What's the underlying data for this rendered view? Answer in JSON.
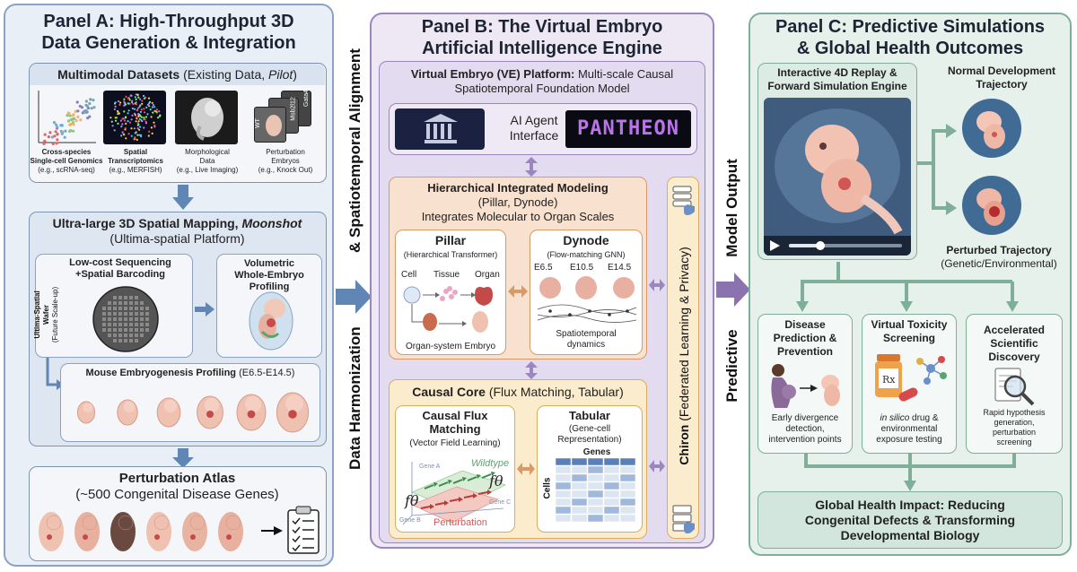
{
  "panel_a": {
    "title_line1": "Panel A: High-Throughput 3D",
    "title_line2": "Data Generation & Integration",
    "multimodal": {
      "title_bold": "Multimodal Datasets",
      "title_rest": " (Existing Data, ",
      "title_italic": "Pilot",
      "title_end": ")",
      "items": [
        {
          "l1": "Cross-species",
          "l2": "Single-cell Genomics",
          "l3": "(e.g., scRNA-seq)"
        },
        {
          "l1": "Spatial",
          "l2": "Transcriptomics",
          "l3": "(e.g., MERFISH)"
        },
        {
          "l1": "Morphological",
          "l2": "Data",
          "l3": "(e.g., Live Imaging)"
        },
        {
          "l1": "Perturbation",
          "l2": "Embryos",
          "l3": "(e.g., Knock Out)"
        }
      ],
      "card_labels": [
        "WT",
        "Msb2l12",
        "Gata4"
      ]
    },
    "mapping": {
      "title_bold": "Ultra-large 3D Spatial Mapping, ",
      "title_italic": "Moonshot",
      "subtitle": "(Ultima-spatial Platform)",
      "lowcost_l1": "Low-cost Sequencing",
      "lowcost_l2": "+Spatial Barcoding",
      "wafer_l1": "Ultima-Spatial",
      "wafer_l2": "Wafer",
      "wafer_l3": "(Future Scale-up)",
      "volumetric_l1": "Volumetric",
      "volumetric_l2": "Whole-Embryo Profiling",
      "mouse_title": "Mouse Embryogenesis Profiling",
      "mouse_range": " (E6.5-E14.5)"
    },
    "atlas": {
      "title": "Perturbation Atlas",
      "subtitle": "(~500 Congenital Disease Genes)"
    }
  },
  "connector_ab": {
    "top": "& Spatiotemporal Alignment",
    "bottom": "Data Harmonization"
  },
  "panel_b": {
    "title_line1": "Panel B: The Virtual Embryo",
    "title_line2": "Artificial Intelligence Engine",
    "ve": {
      "title_bold": "Virtual Embryo (VE) Platform:",
      "title_rest": " Multi-scale Causal",
      "title_line2": "Spatiotemporal Foundation Model",
      "agent_l1": "AI Agent",
      "agent_l2": "Interface",
      "pantheon": "PANTHEON"
    },
    "him": {
      "title": "Hierarchical Integrated Modeling",
      "subtitle": "(Pillar, Dynode)",
      "subtitle2": "Integrates Molecular to Organ Scales",
      "pillar_title": "Pillar",
      "pillar_sub": "(Hierarchical Transformer)",
      "pillar_cell": "Cell",
      "pillar_tissue": "Tissue",
      "pillar_organ": "Organ",
      "pillar_bottom": "Organ-system Embryo",
      "dynode_title": "Dynode",
      "dynode_sub": "(Flow-matching GNN)",
      "stages": [
        "E6.5",
        "E10.5",
        "E14.5"
      ],
      "dynode_bottom_l1": "Spatiotemporal",
      "dynode_bottom_l2": "dynamics"
    },
    "causal": {
      "title_bold": "Causal Core",
      "title_rest": " (Flux Matching, Tabular)",
      "flux_l1": "Causal Flux",
      "flux_l2": "Matching",
      "flux_sub": "(Vector Field Learning)",
      "wildtype": "Wildtype",
      "perturbation": "Perturbation",
      "gene_a": "Gene A",
      "gene_b": "Gene B",
      "gene_c": "Gene C",
      "f_theta": "fθ",
      "tabular_title": "Tabular",
      "tabular_sub_l1": "(Gene-cell",
      "tabular_sub_l2": "Representation)",
      "genes": "Genes",
      "cells": "Cells"
    },
    "chiron": {
      "bold": "Chiron",
      "rest": " (Federated Learning & Privacy)"
    }
  },
  "connector_bc": {
    "top": "Model Output",
    "bottom": "Predictive"
  },
  "panel_c": {
    "title_line1": "Panel C: Predictive Simulations",
    "title_line2": "& Global Health Outcomes",
    "replay_l1": "Interactive 4D Replay &",
    "replay_l2": "Forward Simulation Engine",
    "normal_l1": "Normal Development",
    "normal_l2": "Trajectory",
    "perturbed_l1": "Perturbed Trajectory",
    "perturbed_l2": "(Genetic/Environmental)",
    "cards": [
      {
        "title_l1": "Disease",
        "title_l2": "Prediction &",
        "title_l3": "Prevention",
        "d1": "Early divergence",
        "d2": "detection,",
        "d3": "intervention points"
      },
      {
        "title_l1": "Virtual Toxicity",
        "title_l2": "Screening",
        "title_l3": "",
        "d1_italic": "in silico",
        "d1": " drug &",
        "d2": "environmental",
        "d3": "exposure testing"
      },
      {
        "title_l1": "Accelerated",
        "title_l2": "Scientific",
        "title_l3": "Discovery",
        "d1": "Rapid hypothesis",
        "d2": "generation,",
        "d3": "perturbation",
        "d4": "screening"
      }
    ],
    "rx": "Rx",
    "impact_l1": "Global Health Impact: Reducing",
    "impact_l2": "Congenital Defects & Transforming",
    "impact_l3": "Developmental Biology"
  },
  "colors": {
    "panel_a_border": "#8aa3c2",
    "panel_a_bg": "#e9eff7",
    "panel_b_border": "#9b86bd",
    "panel_b_bg": "#eee8f5",
    "panel_c_border": "#7fae9a",
    "panel_c_bg": "#e6f1ec",
    "arrow_blue": "#5f86b5",
    "arrow_purple": "#8a73ae",
    "arrow_green": "#7fae9a",
    "orange_bg": "#f8e2cf",
    "orange_border": "#d99a68",
    "yellow_bg": "#fbeccd",
    "yellow_border": "#d9ad5c"
  }
}
